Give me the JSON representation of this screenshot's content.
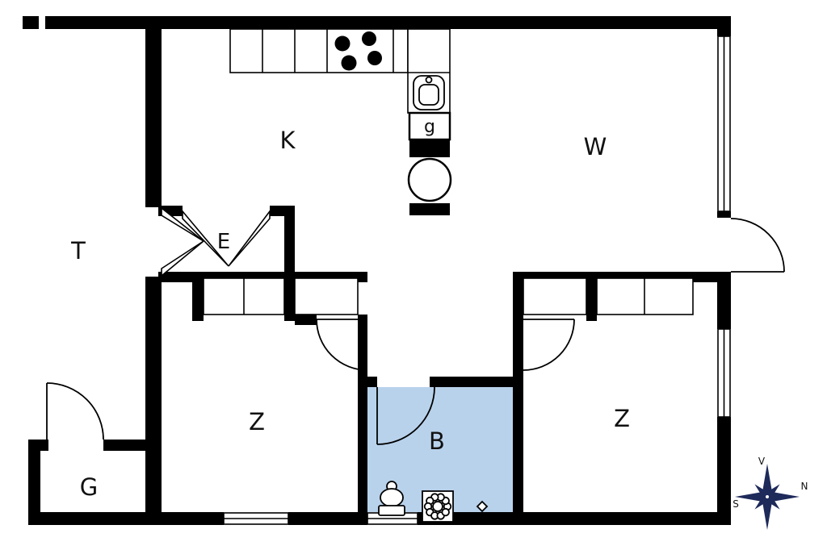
{
  "rooms": {
    "kitchen_label": "K",
    "living_room_label": "W",
    "terrace_label": "T",
    "entry_label": "E",
    "bedroom_left_label": "Z",
    "bathroom_label": "B",
    "bedroom_right_label": "Z",
    "outbuilding_label": "G",
    "appliance_label": "g"
  },
  "compass": {
    "west_label": "V",
    "north_label": "N",
    "south_label": "S"
  },
  "colors": {
    "wall": "#000000",
    "bathroom_fill": "#b9d2ec",
    "compass_rose": "#1e2a5a",
    "background": "#ffffff"
  },
  "icons": [
    "stove-burners-icon",
    "kitchen-sink-icon",
    "round-fixture-icon",
    "toilet-icon",
    "washbasin-icon",
    "floor-drain-icon",
    "compass-rose-icon",
    "window-icon",
    "door-swing-icon"
  ]
}
